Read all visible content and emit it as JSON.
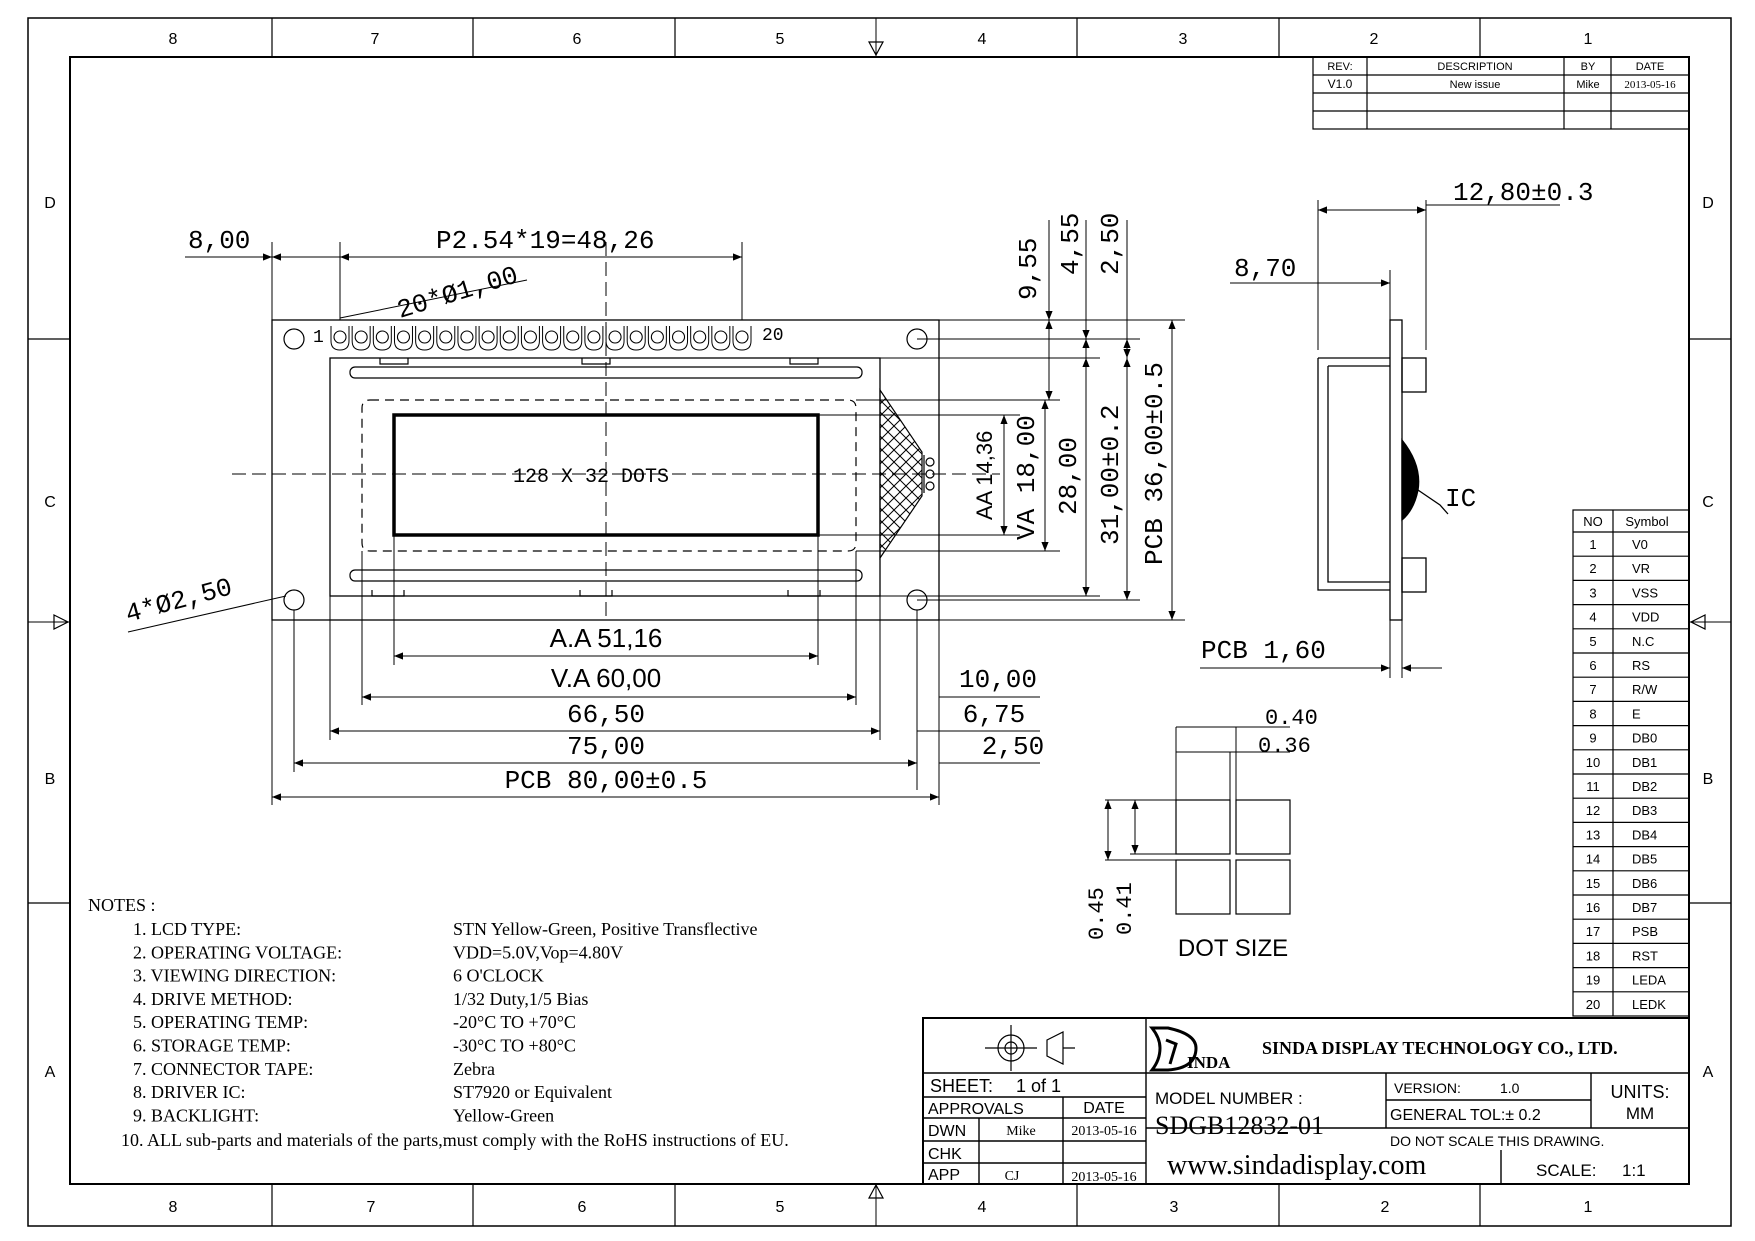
{
  "frame": {
    "top_cols": [
      "8",
      "7",
      "6",
      "5",
      "4",
      "3",
      "2",
      "1"
    ],
    "bottom_cols": [
      "8",
      "7",
      "6",
      "5",
      "4",
      "3",
      "2",
      "1"
    ],
    "left_rows": [
      "D",
      "C",
      "B",
      "A"
    ],
    "right_rows": [
      "D",
      "C",
      "B",
      "A"
    ]
  },
  "revision": {
    "headers": {
      "rev": "REV:",
      "desc": "DESCRIPTION",
      "by": "BY",
      "date": "DATE"
    },
    "rows": [
      {
        "rev": "V1.0",
        "desc": "New issue",
        "by": "Mike",
        "date": "2013-05-16"
      }
    ]
  },
  "front_view": {
    "dim_8_00": "8,00",
    "dim_pitch": "P2.54*19=48,26",
    "dim_pins": "20*Ø1,00",
    "pin1_label": "1",
    "pin20_label": "20",
    "dots_label": "128 X 32 DOTS",
    "dim_holes": "4*Ø2,50",
    "dim_aa_w": "A.A 51,16",
    "dim_va_w": "V.A 60,00",
    "dim_66_50": "66,50",
    "dim_75_00": "75,00",
    "dim_pcb_w": "PCB 80,00±0.5",
    "dim_10_00": "10,00",
    "dim_6_75": "6,75",
    "dim_2_50_h": "2,50",
    "dim_9_55": "9,55",
    "dim_4_55": "4,55",
    "dim_2_50_v": "2,50",
    "dim_aa_h": "AA 14,36",
    "dim_va_h": "VA 18,00",
    "dim_28_00": "28,00",
    "dim_31_00": "31,00±0.2",
    "dim_pcb_h": "PCB 36,00±0.5"
  },
  "side_view": {
    "dim_total": "12,80±0.3",
    "dim_8_70": "8,70",
    "ic_label": "IC",
    "dim_pcb_t": "PCB 1,60"
  },
  "dot_size": {
    "dim_040": "0.40",
    "dim_036": "0.36",
    "dim_045": "0.45",
    "dim_041": "0.41",
    "title": "DOT SIZE"
  },
  "pin_table": {
    "headers": {
      "no": "NO",
      "symbol": "Symbol"
    },
    "rows": [
      {
        "no": "1",
        "symbol": "V0"
      },
      {
        "no": "2",
        "symbol": "VR"
      },
      {
        "no": "3",
        "symbol": "VSS"
      },
      {
        "no": "4",
        "symbol": "VDD"
      },
      {
        "no": "5",
        "symbol": "N.C"
      },
      {
        "no": "6",
        "symbol": "RS"
      },
      {
        "no": "7",
        "symbol": "R/W"
      },
      {
        "no": "8",
        "symbol": "E"
      },
      {
        "no": "9",
        "symbol": "DB0"
      },
      {
        "no": "10",
        "symbol": "DB1"
      },
      {
        "no": "11",
        "symbol": "DB2"
      },
      {
        "no": "12",
        "symbol": "DB3"
      },
      {
        "no": "13",
        "symbol": "DB4"
      },
      {
        "no": "14",
        "symbol": "DB5"
      },
      {
        "no": "15",
        "symbol": "DB6"
      },
      {
        "no": "16",
        "symbol": "DB7"
      },
      {
        "no": "17",
        "symbol": "PSB"
      },
      {
        "no": "18",
        "symbol": "RST"
      },
      {
        "no": "19",
        "symbol": "LEDA"
      },
      {
        "no": "20",
        "symbol": "LEDK"
      }
    ]
  },
  "notes": {
    "title": "NOTES :",
    "items": [
      {
        "label": "1. LCD TYPE:",
        "value": "STN Yellow-Green, Positive Transflective"
      },
      {
        "label": "2. OPERATING VOLTAGE:",
        "value": "VDD=5.0V,Vop=4.80V"
      },
      {
        "label": "3. VIEWING DIRECTION:",
        "value": "6 O'CLOCK"
      },
      {
        "label": "4. DRIVE METHOD:",
        "value": "1/32 Duty,1/5 Bias"
      },
      {
        "label": "5. OPERATING TEMP:",
        "value": "-20°C TO +70°C"
      },
      {
        "label": "6. STORAGE TEMP:",
        "value": "-30°C TO +80°C"
      },
      {
        "label": "7. CONNECTOR TAPE:",
        "value": "Zebra"
      },
      {
        "label": "8. DRIVER IC:",
        "value": "ST7920 or Equivalent"
      },
      {
        "label": "9. BACKLIGHT:",
        "value": "Yellow-Green"
      }
    ],
    "item10": "10. ALL sub-parts and materials of the parts,must comply with the RoHS instructions of EU."
  },
  "title_block": {
    "sheet_label": "SHEET:",
    "sheet_value": "1  of  1",
    "approvals": "APPROVALS",
    "date_header": "DATE",
    "rows": [
      {
        "role": "DWN",
        "name": "Mike",
        "date": "2013-05-16"
      },
      {
        "role": "CHK",
        "name": "",
        "date": ""
      },
      {
        "role": "APP",
        "name": "CJ",
        "date": "2013-05-16"
      }
    ],
    "logo_text": "INDA",
    "company": "SINDA DISPLAY TECHNOLOGY CO., LTD.",
    "model_label": "MODEL NUMBER :",
    "model": "SDGB12832-01",
    "version_label": "VERSION:",
    "version": "1.0",
    "units_label": "UNITS:",
    "units": "MM",
    "tolerance": "GENERAL TOL:± 0.2",
    "no_scale": "DO NOT SCALE THIS DRAWING.",
    "website": "www.sindadisplay.com",
    "scale_label": "SCALE:",
    "scale": "1:1"
  }
}
